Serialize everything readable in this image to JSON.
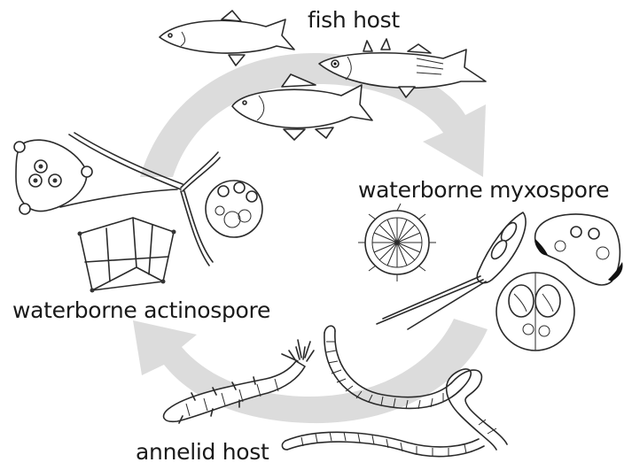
{
  "labels": {
    "fish_host": "fish host",
    "waterborne_myxospore": "waterborne myxospore",
    "waterborne_actinospore": "waterborne actinospore",
    "annelid_host": "annelid host"
  },
  "colors": {
    "cycle_arrow": "#dcdcdc",
    "ink": "#2a2a2a",
    "background": "#ffffff",
    "spore_polar_fill": "#111111"
  }
}
